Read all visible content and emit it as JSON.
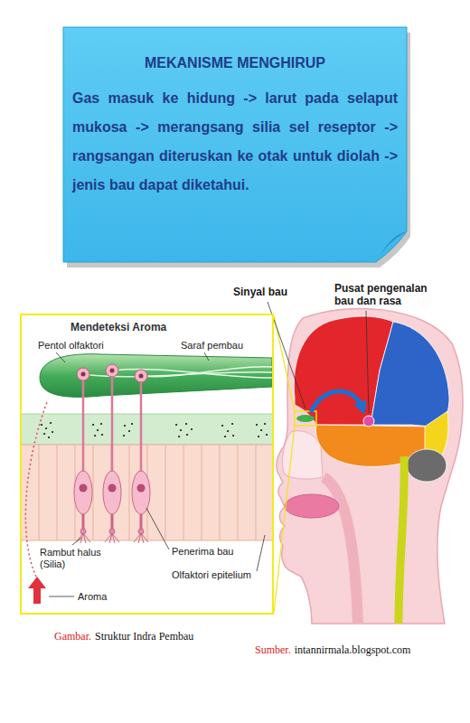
{
  "diagram": {
    "caption": "Struktur Indra Pembau",
    "nodes": [
      {
        "text": [
          "MEKANISME MENGHIRUP",
          "Gas masuk ke hidung -> larut pada selaput mukosa -> merangsang silia sel reseptor -> rangsangan diteruskan ke otak untuk diolah -> jenis bau dapat diketahui."
        ]
      },
      {
        "text": [
          "Mendeteksi Aroma"
        ]
      }
    ],
    "labels": [
      "Pentol olfaktori",
      "Saraf pembau",
      "Rambut halus (Silia)",
      "Penerima bau",
      "Olfaktori epitelium",
      "Aroma",
      "Sinyal bau",
      "Pusat pengenalan bau dan rasa",
      "Gambar.",
      "Sumber.",
      "intannirmala.blogspot.com"
    ]
  }
}
